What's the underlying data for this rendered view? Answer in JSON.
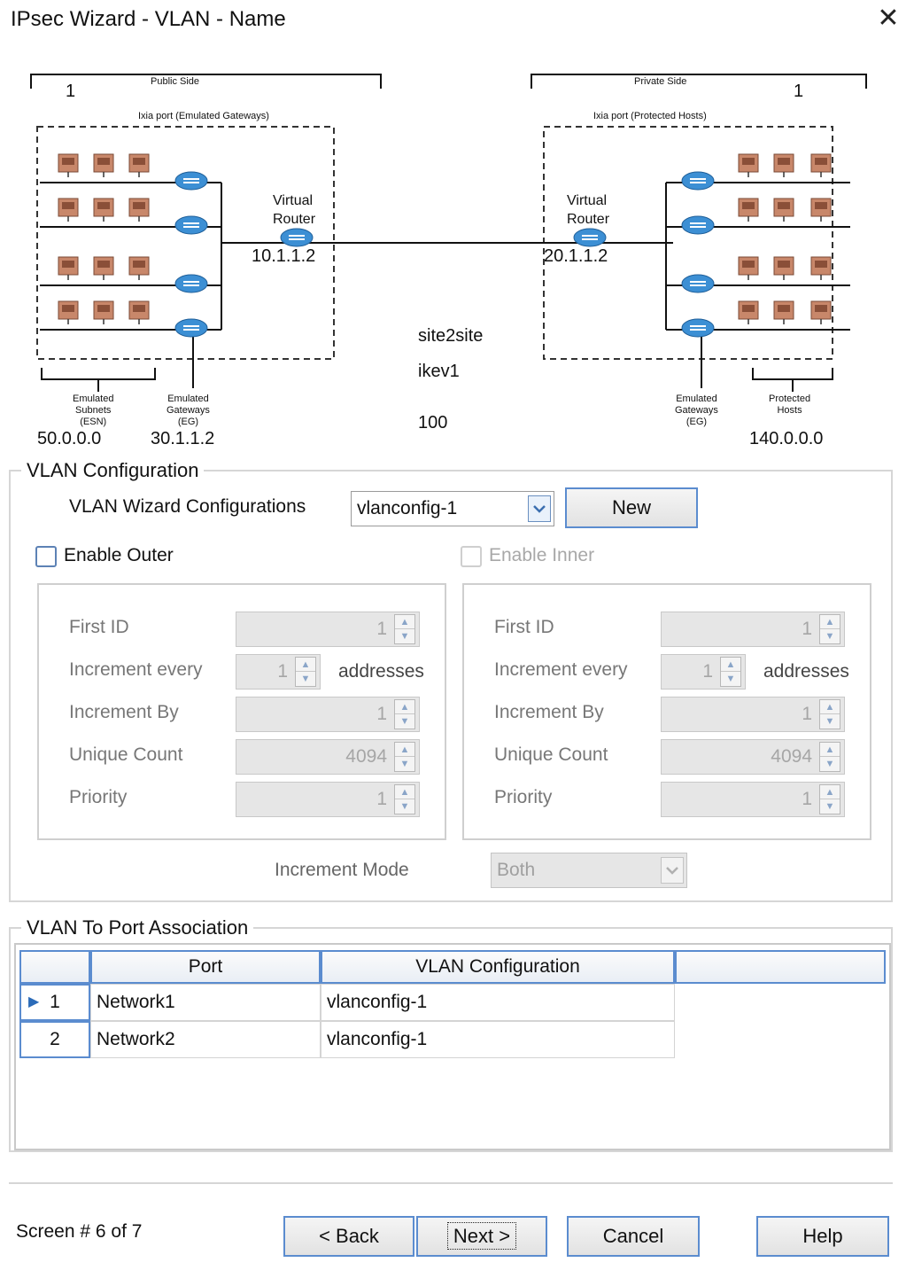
{
  "window": {
    "title": "IPsec Wizard - VLAN - Name"
  },
  "diagram": {
    "public_side": "Public Side",
    "private_side": "Private Side",
    "public_count": "1",
    "private_count": "1",
    "left_port": "Ixia port (Emulated Gateways)",
    "right_port": "Ixia port  (Protected Hosts)",
    "left_router": "Virtual\nRouter",
    "right_router": "Virtual\nRouter",
    "left_ip": "10.1.1.2",
    "right_ip": "20.1.1.2",
    "mode": "site2site",
    "ike": "ikev1",
    "count": "100",
    "emulated_subnets": "Emulated\nSubnets\n(ESN)",
    "emulated_gateways_left": "Emulated\nGateways\n(EG)",
    "emulated_gateways_right": "Emulated\nGateways\n(EG)",
    "protected_hosts": "Protected\nHosts",
    "esn_ip": "50.0.0.0",
    "eg_ip": "30.1.1.2",
    "ph_ip": "140.0.0.0"
  },
  "vlan_config": {
    "legend": "VLAN Configuration",
    "wizard_label": "VLAN Wizard Configurations",
    "wizard_value": "vlanconfig-1",
    "new_button": "New",
    "enable_outer": "Enable Outer",
    "enable_inner": "Enable Inner",
    "outer": {
      "first_id_label": "First ID",
      "first_id": "1",
      "increment_every_label": "Increment every",
      "increment_every": "1",
      "addresses": "addresses",
      "increment_by_label": "Increment By",
      "increment_by": "1",
      "unique_count_label": "Unique Count",
      "unique_count": "4094",
      "priority_label": "Priority",
      "priority": "1"
    },
    "inner": {
      "first_id_label": "First ID",
      "first_id": "1",
      "increment_every_label": "Increment every",
      "increment_every": "1",
      "addresses": "addresses",
      "increment_by_label": "Increment By",
      "increment_by": "1",
      "unique_count_label": "Unique Count",
      "unique_count": "4094",
      "priority_label": "Priority",
      "priority": "1"
    },
    "increment_mode_label": "Increment Mode",
    "increment_mode": "Both"
  },
  "association": {
    "legend": "VLAN To Port Association",
    "columns": [
      "Port",
      "VLAN Configuration"
    ],
    "rows": [
      {
        "num": "1",
        "port": "Network1",
        "vlan": "vlanconfig-1"
      },
      {
        "num": "2",
        "port": "Network2",
        "vlan": "vlanconfig-1"
      }
    ]
  },
  "footer": {
    "screen": "Screen # 6 of 7",
    "back": "< Back",
    "next": "Next >",
    "cancel": "Cancel",
    "help": "Help"
  }
}
